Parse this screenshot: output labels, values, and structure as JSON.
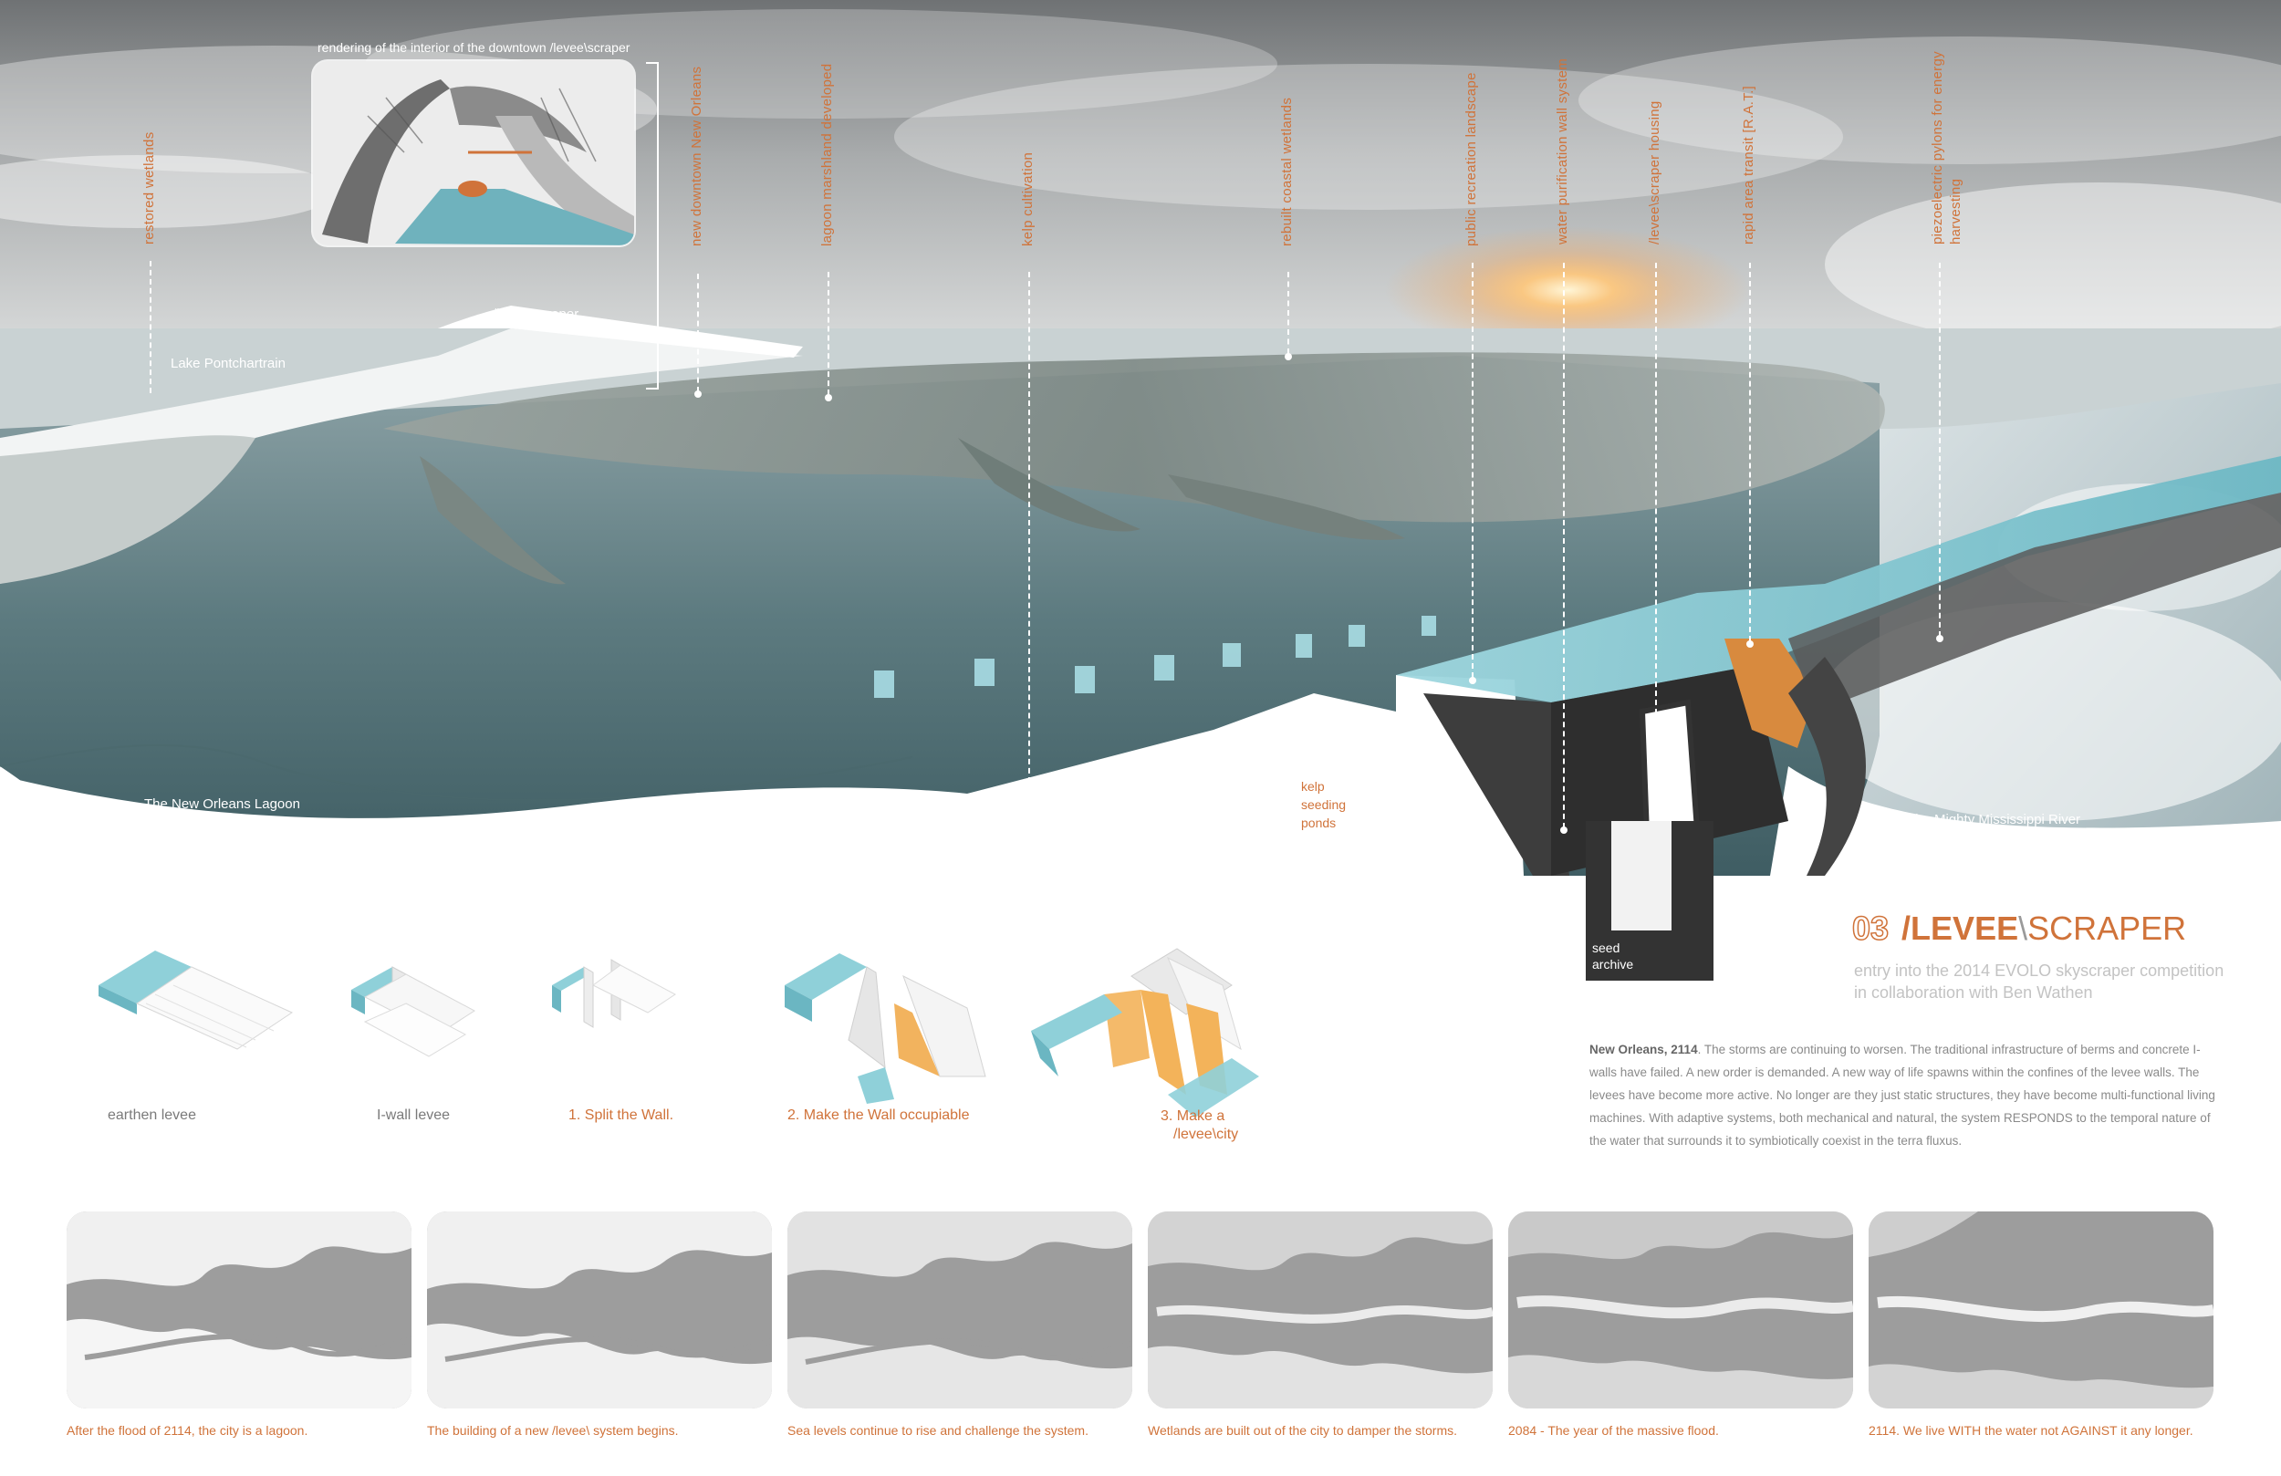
{
  "inset": {
    "caption": "rendering of the interior of the downtown /levee\\scraper"
  },
  "vertical_labels": [
    {
      "id": "restored-wetlands",
      "text": "restored wetlands"
    },
    {
      "id": "new-downtown",
      "text": "new downtown New Orleans"
    },
    {
      "id": "lagoon-marshland",
      "text": "lagoon marshland developed"
    },
    {
      "id": "kelp-cultivation",
      "text": "kelp cultivation"
    },
    {
      "id": "rebuilt-coastal-wetlands",
      "text": "rebuilt coastal wetlands"
    },
    {
      "id": "public-recreation",
      "text": "public recreation landscape"
    },
    {
      "id": "water-purification",
      "text": "water purification wall system"
    },
    {
      "id": "levee-housing",
      "text": "/levee\\scraper housing"
    },
    {
      "id": "rapid-transit",
      "text": "rapid area transit [R.A.T.]"
    },
    {
      "id": "piezoelectric-line1",
      "text": "piezoelectric pylons for energy"
    },
    {
      "id": "piezoelectric-line2",
      "text": "harvesting"
    }
  ],
  "hero_labels": {
    "levee_scraper": "/levee\\scraper",
    "lake": "Lake Pontchartrain",
    "lagoon": "The New Orleans Lagoon",
    "river": "The Mighty Mississippi River",
    "kelp_ponds": [
      "kelp",
      "seeding",
      "ponds"
    ],
    "seed_archive": [
      "seed",
      "archive"
    ]
  },
  "title": {
    "number": "03",
    "levee": "/LEVEE",
    "slash": "\\",
    "scraper": "SCRAPER",
    "subtitle_line1": "entry into the 2014 EVOLO skyscraper competition",
    "subtitle_line2": "in collaboration with Ben Wathen"
  },
  "paragraph": {
    "lead": "New Orleans, 2114",
    "body": ". The storms are continuing to worsen. The traditional infrastructure of berms and concrete I-walls have failed. A new order is demanded. A new way of life spawns within the confines of the levee walls. The levees have become more active. No longer are they just static structures, they have become multi-functional living machines. With adaptive systems, both mechanical and natural, the system RESPONDS to the temporal nature of the water that surrounds it to symbiotically coexist in the terra fluxus."
  },
  "diagrams": [
    {
      "label": "earthen levee",
      "style": "grey"
    },
    {
      "label": "I-wall levee",
      "style": "grey"
    },
    {
      "label": "1. Split the Wall.",
      "style": "orange"
    },
    {
      "label": "2. Make the Wall occupiable",
      "style": "orange"
    },
    {
      "label_line1": "3. Make a",
      "label_line2": "/levee\\city",
      "style": "orange"
    }
  ],
  "maps": [
    {
      "caption": "After the flood of 2114, the city is a lagoon."
    },
    {
      "caption": "The building of a new /levee\\ system begins."
    },
    {
      "caption": "Sea levels continue to rise and challenge the system."
    },
    {
      "caption": "Wetlands are built out of the city to damper the storms."
    },
    {
      "caption": "2084 - The year of the massive flood."
    },
    {
      "caption": "2114. We live WITH the water not AGAINST it any longer."
    }
  ],
  "colors": {
    "accent": "#d0733a",
    "water": "#6fa7b0",
    "sky": "#cfd3d4",
    "map_grey": "#9d9d9d"
  }
}
